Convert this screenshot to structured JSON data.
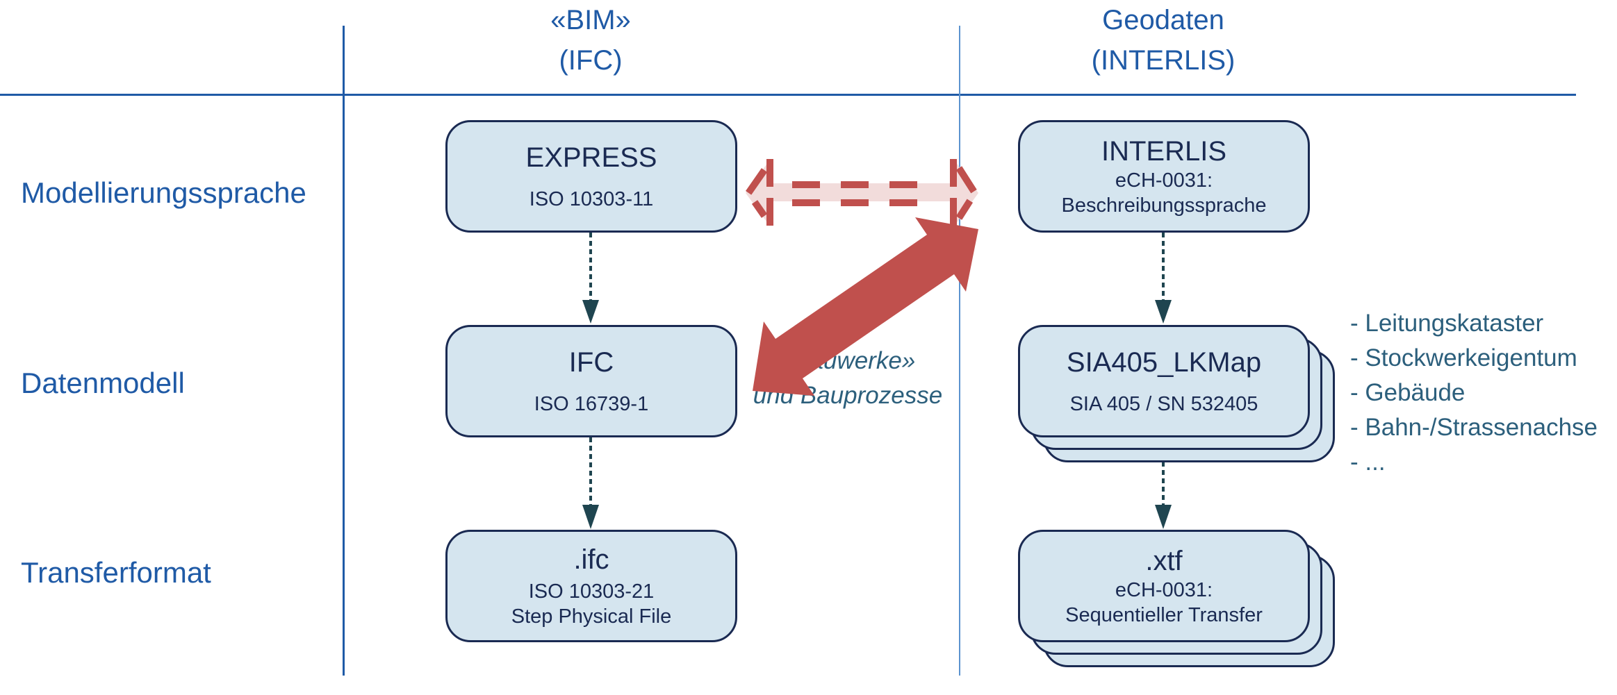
{
  "columns": [
    {
      "line1": "«BIM»",
      "line2": "(IFC)"
    },
    {
      "line1": "Geodaten",
      "line2": "(INTERLIS)"
    }
  ],
  "rows": [
    {
      "label": "Modellierungssprache"
    },
    {
      "label": "Datenmodell"
    },
    {
      "label": "Transferformat"
    }
  ],
  "bim_boxes": [
    {
      "title": "EXPRESS",
      "lines": [
        "ISO 10303-11"
      ]
    },
    {
      "title": "IFC",
      "lines": [
        "ISO 16739-1"
      ]
    },
    {
      "title": ".ifc",
      "lines": [
        "ISO 10303-21",
        "Step Physical File"
      ]
    }
  ],
  "geo_boxes": [
    {
      "title": "INTERLIS",
      "lines": [
        "eCH-0031:",
        "Beschreibungssprache"
      ]
    },
    {
      "title": "SIA405_LKMap",
      "lines": [
        "SIA 405 / SN 532405"
      ]
    },
    {
      "title": ".xtf",
      "lines": [
        "eCH-0031:",
        "Sequentieller Transfer"
      ]
    }
  ],
  "center_label": {
    "line1": "«Bauwerke»",
    "line2": "und Bauprozesse"
  },
  "model_examples": [
    "- Leitungskataster",
    "- Stockwerkeigentum",
    "- Gebäude",
    "- Bahn-/Strassenachse",
    "- ..."
  ],
  "colors": {
    "header_blue": "#1f5aa6",
    "box_fill": "#d5e5ef",
    "box_border": "#1a2a52",
    "connector": "#1f4550",
    "arrow_red": "#c0504d",
    "arrow_pale": "#f2dcdb",
    "list_text": "#2c5f7c"
  }
}
